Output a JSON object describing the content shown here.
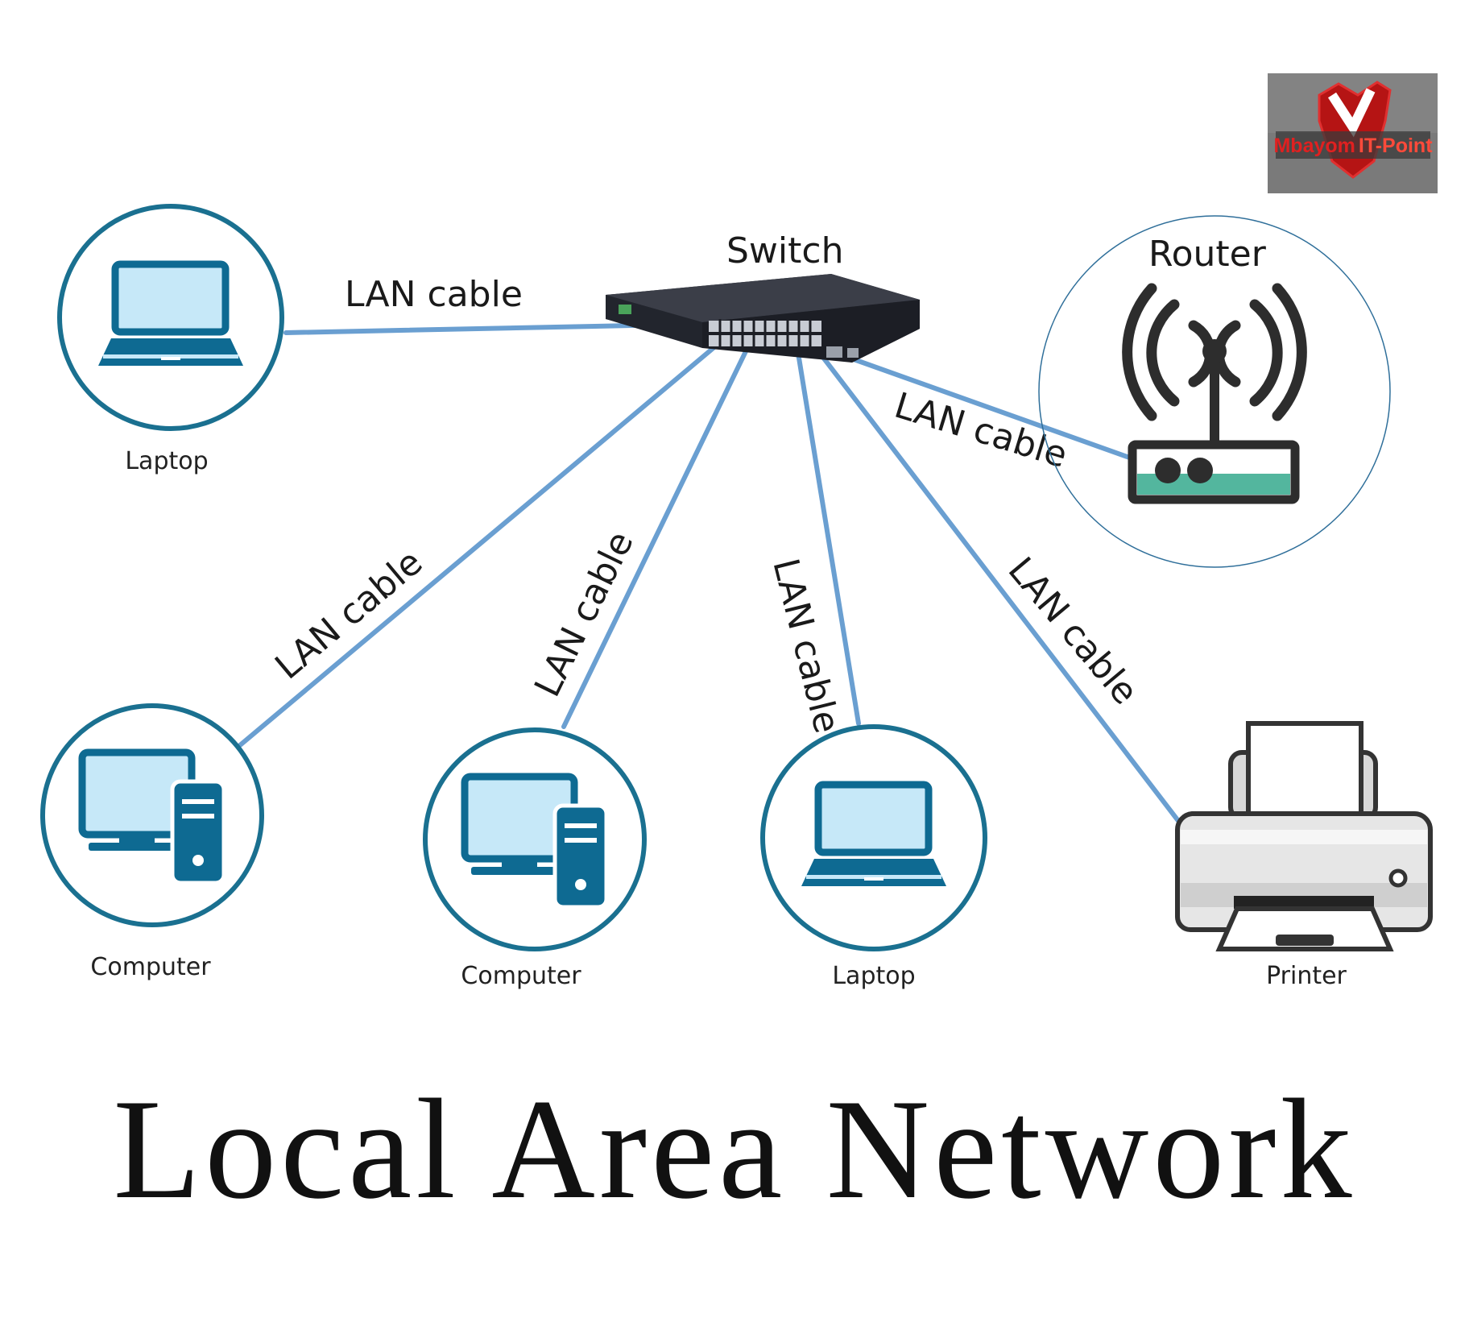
{
  "title": "Local Area Network",
  "logo": {
    "text_main": "Mbayom",
    "text_accent": "IT-Point",
    "background": "#7a7a7a",
    "accent_color": "#d01818"
  },
  "switch": {
    "label": "Switch"
  },
  "router": {
    "label": "Router"
  },
  "devices": [
    {
      "id": "laptop-top-left",
      "label": "Laptop",
      "icon": "laptop-icon"
    },
    {
      "id": "computer-left",
      "label": "Computer",
      "icon": "desktop-computer-icon"
    },
    {
      "id": "computer-center",
      "label": "Computer",
      "icon": "desktop-computer-icon"
    },
    {
      "id": "laptop-bottom",
      "label": "Laptop",
      "icon": "laptop-icon"
    },
    {
      "id": "printer",
      "label": "Printer",
      "icon": "printer-icon"
    }
  ],
  "cable_label": "LAN cable",
  "colors": {
    "cable": "#6a9fd1",
    "device_ring": "#1a7090",
    "screen_fill": "#c6e8f8",
    "icon_dark": "#0e6a92",
    "router_ring": "#2f6f9a",
    "router_green": "#53b69e"
  }
}
